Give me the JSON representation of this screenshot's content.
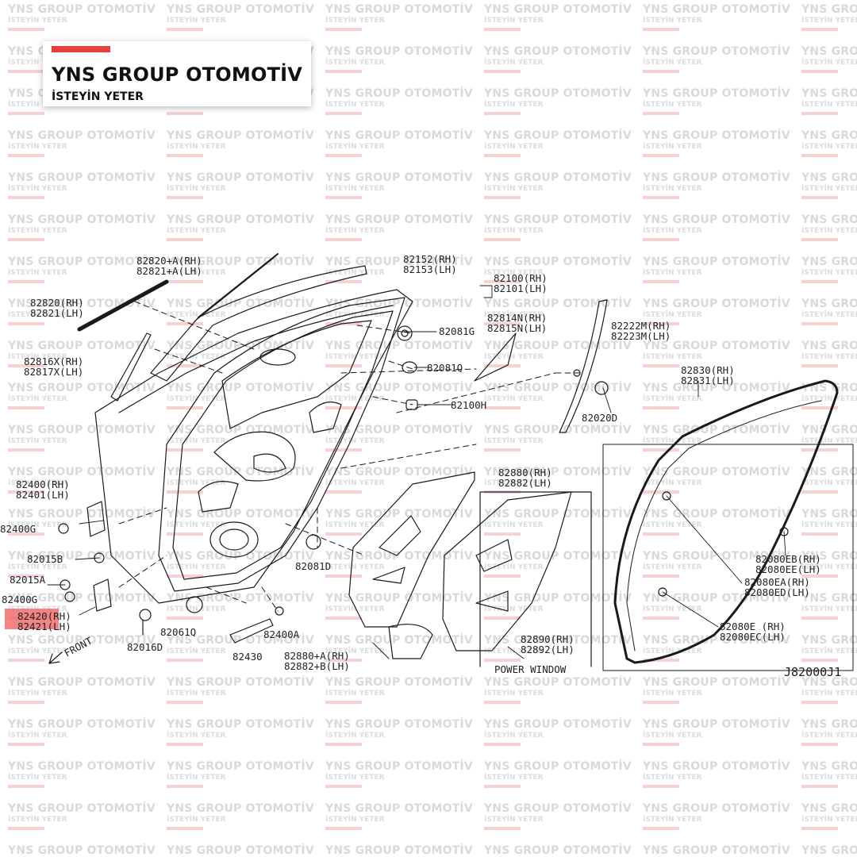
{
  "brand": {
    "title": "YNS GROUP OTOMOTİV",
    "tagline": "İSTEYİN YETER",
    "accent": "#e5413a"
  },
  "watermark": {
    "title": "YNS GROUP OTOMOTİV",
    "subtitle": "İSTEYİN YETER"
  },
  "diagram": {
    "code": "J82000J1",
    "highlight_color": "#ef6f6f",
    "labels": {
      "l82820a": "82820+A(RH)",
      "l82821a": "82821+A(LH)",
      "l82820": "82820(RH)",
      "l82821": "82821(LH)",
      "l82816x": "82816X(RH)",
      "l82817x": "82817X(LH)",
      "l82152": "82152(RH)",
      "l82153": "82153(LH)",
      "l82100": "82100(RH)",
      "l82101": "82101(LH)",
      "l82081g": "82081G",
      "l82814n": "82814N(RH)",
      "l82815n": "82815N(LH)",
      "l82081q": "82081Q",
      "l82222m": "82222M(RH)",
      "l82223m": "82223M(LH)",
      "l82100h": "82100H",
      "l82020d": "82020D",
      "l82830": "82830(RH)",
      "l82831": "82831(LH)",
      "l82880": "82880(RH)",
      "l82882": "82882(LH)",
      "l82400": "82400(RH)",
      "l82401": "82401(LH)",
      "l82400g1": "82400G",
      "l82015b": "82015B",
      "l82015a": "82015A",
      "l82400g2": "82400G",
      "l82420": "82420(RH)",
      "l82421": "82421(LH)",
      "l82016d": "82016D",
      "l82061q": "82061Q",
      "l82081d": "82081D",
      "l82400a": "82400A",
      "l82430": "82430",
      "l82880a": "82880+A(RH)",
      "l82882b": "82882+B(LH)",
      "l82890": "82890(RH)",
      "l82892": "82892(LH)",
      "power_window": "POWER WINDOW",
      "l82080eb": "82080EB(RH)",
      "l82080ee": "82080EE(LH)",
      "l82080ea": "82080EA(RH)",
      "l82080ed": "82080ED(LH)",
      "l82080e": "82080E (RH)",
      "l82080ec": "82080EC(LH)",
      "front": "FRONT"
    }
  }
}
